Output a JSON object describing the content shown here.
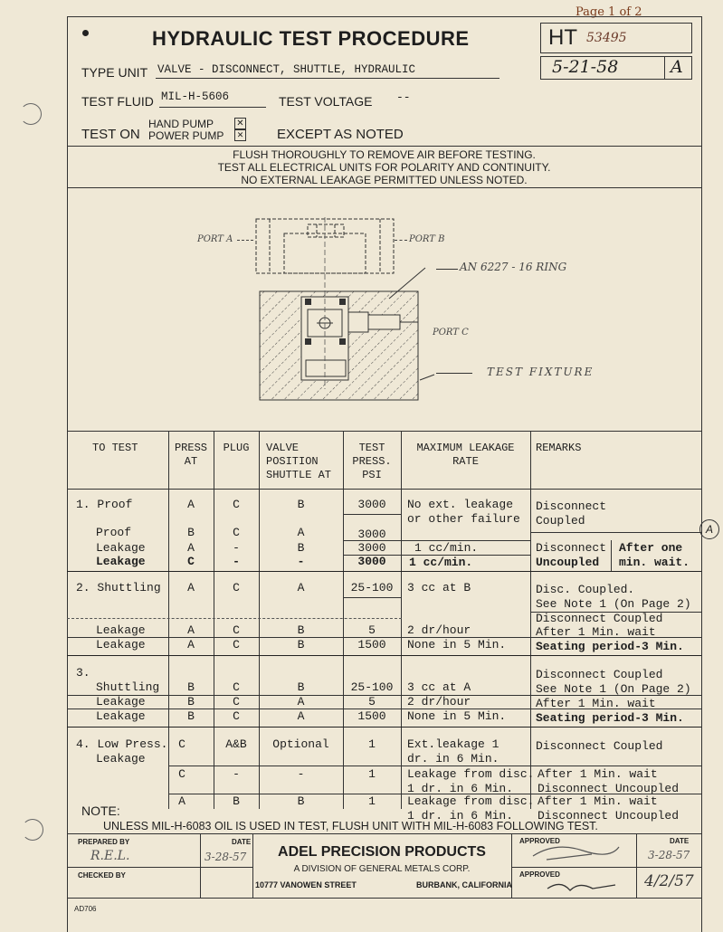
{
  "page_label": "Page 1 of 2",
  "title": "HYDRAULIC TEST PROCEDURE",
  "ht_prefix": "HT",
  "ht_number": "53495",
  "doc_date": "5-21-58",
  "revision": "A",
  "type_unit_label": "TYPE UNIT",
  "type_unit_value": "VALVE - DISCONNECT, SHUTTLE, HYDRAULIC",
  "test_fluid_label": "TEST FLUID",
  "test_fluid_value": "MIL-H-5606",
  "test_voltage_label": "TEST VOLTAGE",
  "test_voltage_value": "--",
  "test_on_label": "TEST ON",
  "hand_pump": "HAND PUMP",
  "power_pump": "POWER PUMP",
  "except_noted": "EXCEPT AS NOTED",
  "instructions": [
    "FLUSH THOROUGHLY TO REMOVE AIR BEFORE TESTING.",
    "TEST ALL ELECTRICAL UNITS FOR POLARITY AND CONTINUITY.",
    "NO EXTERNAL LEAKAGE PERMITTED UNLESS NOTED."
  ],
  "diagram_labels": {
    "port_a": "PORT A",
    "port_b": "PORT B",
    "fitting": "AN 6227 - 16 RING",
    "port_c": "PORT C",
    "fixture": "TEST FIXTURE"
  },
  "table_headers": {
    "to_test": "TO TEST",
    "press_at": [
      "PRESS",
      "AT"
    ],
    "plug": "PLUG",
    "valve_pos": [
      "VALVE",
      "POSITION",
      "SHUTTLE AT"
    ],
    "test_press": [
      "TEST",
      "PRESS.",
      "PSI"
    ],
    "max_leak": [
      "MAXIMUM LEAKAGE",
      "RATE"
    ],
    "remarks": "REMARKS"
  },
  "rows": {
    "r1": {
      "test": "1. Proof",
      "press": "A",
      "plug": "C",
      "valve": "B",
      "psi": "3000",
      "leak1": "No ext. leakage",
      "leak2": "or other failure",
      "rem1": "Disconnect",
      "rem2": "Coupled"
    },
    "r2": {
      "test": "Proof",
      "press": "B",
      "plug": "C",
      "valve": "A",
      "psi": "3000"
    },
    "r3": {
      "test": "Leakage",
      "press": "A",
      "plug": "-",
      "valve": "B",
      "psi": "3000",
      "leak": "1 cc/min.",
      "rem": "Disconnect"
    },
    "r4": {
      "test": "Leakage",
      "press": "C",
      "plug": "-",
      "valve": "-",
      "psi": "3000",
      "leak": "1 cc/min.",
      "rem": "Uncoupled"
    },
    "r34_note1": "After one",
    "r34_note2": "min. wait.",
    "r5": {
      "test": "2. Shuttling",
      "press": "A",
      "plug": "C",
      "valve": "A",
      "psi": "25-100",
      "leak": "3 cc at B",
      "rem1": "Disc. Coupled.",
      "rem2": "See Note 1 (On Page 2)",
      "rem3": "Disconnect Coupled"
    },
    "r6": {
      "test": "Leakage",
      "press": "A",
      "plug": "C",
      "valve": "B",
      "psi": "5",
      "leak": "2 dr/hour",
      "rem": "After 1 Min. wait"
    },
    "r7": {
      "test": "Leakage",
      "press": "A",
      "plug": "C",
      "valve": "B",
      "psi": "1500",
      "leak": "None in 5 Min.",
      "rem": "Seating period-3 Min."
    },
    "r8": {
      "test": "3.",
      "rem": "Disconnect Coupled"
    },
    "r9": {
      "test": "Shuttling",
      "press": "B",
      "plug": "C",
      "valve": "B",
      "psi": "25-100",
      "leak": "3 cc at A",
      "rem": "See Note 1 (On Page 2)"
    },
    "r10": {
      "test": "Leakage",
      "press": "B",
      "plug": "C",
      "valve": "A",
      "psi": "5",
      "leak": "2 dr/hour",
      "rem": "After 1 Min. wait"
    },
    "r11": {
      "test": "Leakage",
      "press": "B",
      "plug": "C",
      "valve": "A",
      "psi": "1500",
      "leak": "None in 5 Min.",
      "rem": "Seating period-3 Min."
    },
    "r12": {
      "test1": "4. Low Press.",
      "test2": "Leakage",
      "press": "C",
      "plug": "A&B",
      "valve": "Optional",
      "psi": "1",
      "leak1": "Ext.leakage 1",
      "leak2": "dr. in 6 Min.",
      "rem": "Disconnect Coupled"
    },
    "r13": {
      "press": "C",
      "plug": "-",
      "valve": "-",
      "psi": "1",
      "leak1": "Leakage from disc.",
      "leak2": "1 dr. in 6 Min.",
      "rem1": "After 1 Min. wait",
      "rem2": "Disconnect Uncoupled"
    },
    "r14": {
      "press": "A",
      "plug": "B",
      "valve": "B",
      "psi": "1",
      "leak1": "Leakage from disc.",
      "leak2": "1 dr. in 6 Min.",
      "rem1": "After 1 Min. wait",
      "rem2": "Disconnect Uncoupled"
    }
  },
  "note_label": "NOTE:",
  "note_text": "UNLESS MIL-H-6083 OIL IS USED IN TEST, FLUSH UNIT WITH MIL-H-6083 FOLLOWING TEST.",
  "footer": {
    "prepared_by_label": "PREPARED BY",
    "prepared_by": "R.E.L.",
    "date_label": "DATE",
    "prepared_date": "3-28-57",
    "checked_by_label": "CHECKED BY",
    "company": "ADEL PRECISION PRODUCTS",
    "division": "A DIVISION OF GENERAL METALS CORP.",
    "address": "10777 VANOWEN STREET",
    "city": "BURBANK, CALIFORNIA",
    "approved_label": "APPROVED",
    "approved_date": "3-28-57",
    "approved2_date": "4/2/57"
  },
  "form_number": "AD706",
  "revision_marker": "A"
}
